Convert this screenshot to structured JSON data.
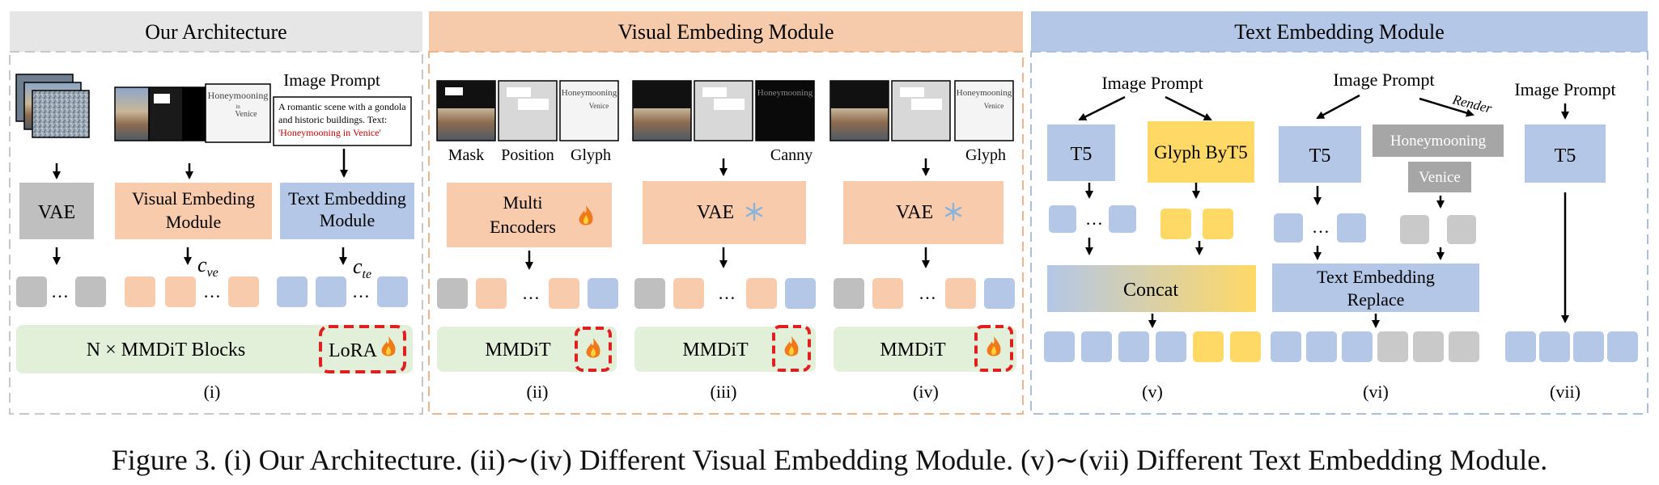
{
  "panels": {
    "arch": {
      "header": "Our Architecture"
    },
    "visual": {
      "header": "Visual Embeding Module"
    },
    "text": {
      "header": "Text Embedding Module"
    }
  },
  "arch": {
    "image_prompt_label": "Image Prompt",
    "prompt_text_line1": "A romantic scene with a gondola",
    "prompt_text_line2": "and historic buildings.  Text:",
    "prompt_text_line3": "'Honeymooning in Venice'",
    "vae": "VAE",
    "visual_module_line1": "Visual Embeding",
    "visual_module_line2": "Module",
    "text_module_line1": "Text Embedding",
    "text_module_line2": "Module",
    "c_ve": "c",
    "c_ve_sub": "ve",
    "c_te": "c",
    "c_te_sub": "te",
    "mmdit_blocks": "N ×  MMDiT Blocks",
    "lora": "LoRA",
    "label": "(i)",
    "thumb_title": "Honeymooning",
    "thumb_small": "in",
    "thumb_venice": "Venice",
    "dots": "…"
  },
  "visual": {
    "ii": {
      "mask": "Mask",
      "position": "Position",
      "glyph": "Glyph",
      "encoder_line1": "Multi",
      "encoder_line2": "Encoders",
      "mmdit": "MMDiT",
      "label": "(ii)"
    },
    "iii": {
      "canny": "Canny",
      "vae": "VAE",
      "mmdit": "MMDiT",
      "label": "(iii)"
    },
    "iv": {
      "glyph": "Glyph",
      "vae": "VAE",
      "mmdit": "MMDiT",
      "label": "(iv)"
    }
  },
  "text": {
    "v": {
      "prompt": "Image Prompt",
      "t5": "T5",
      "glyph_byt5": "Glyph ByT5",
      "concat": "Concat",
      "label": "(v)"
    },
    "vi": {
      "prompt": "Image Prompt",
      "render": "Render",
      "t5": "T5",
      "word1": "Honeymooning",
      "word2": "Venice",
      "replace_line1": "Text Embedding",
      "replace_line2": "Replace",
      "label": "(vi)"
    },
    "vii": {
      "prompt": "Image Prompt",
      "t5": "T5",
      "label": "(vii)"
    }
  },
  "caption": "Figure 3. (i) Our Architecture. (ii)∼(iv) Different Visual Embedding Module. (v)∼(vii) Different Text Embedding Module.",
  "colors": {
    "gray_header": "#e6e6e6",
    "orange_header": "#f6cbac",
    "blue_header": "#b4c7e7",
    "orange_box": "#f8cbad",
    "blue_box": "#b4c7e7",
    "gray_box": "#bfbfbf",
    "green_box": "#e2efd9",
    "yellow_box": "#ffd966",
    "lora_border": "#e02020",
    "prompt_red": "#cc0000"
  }
}
